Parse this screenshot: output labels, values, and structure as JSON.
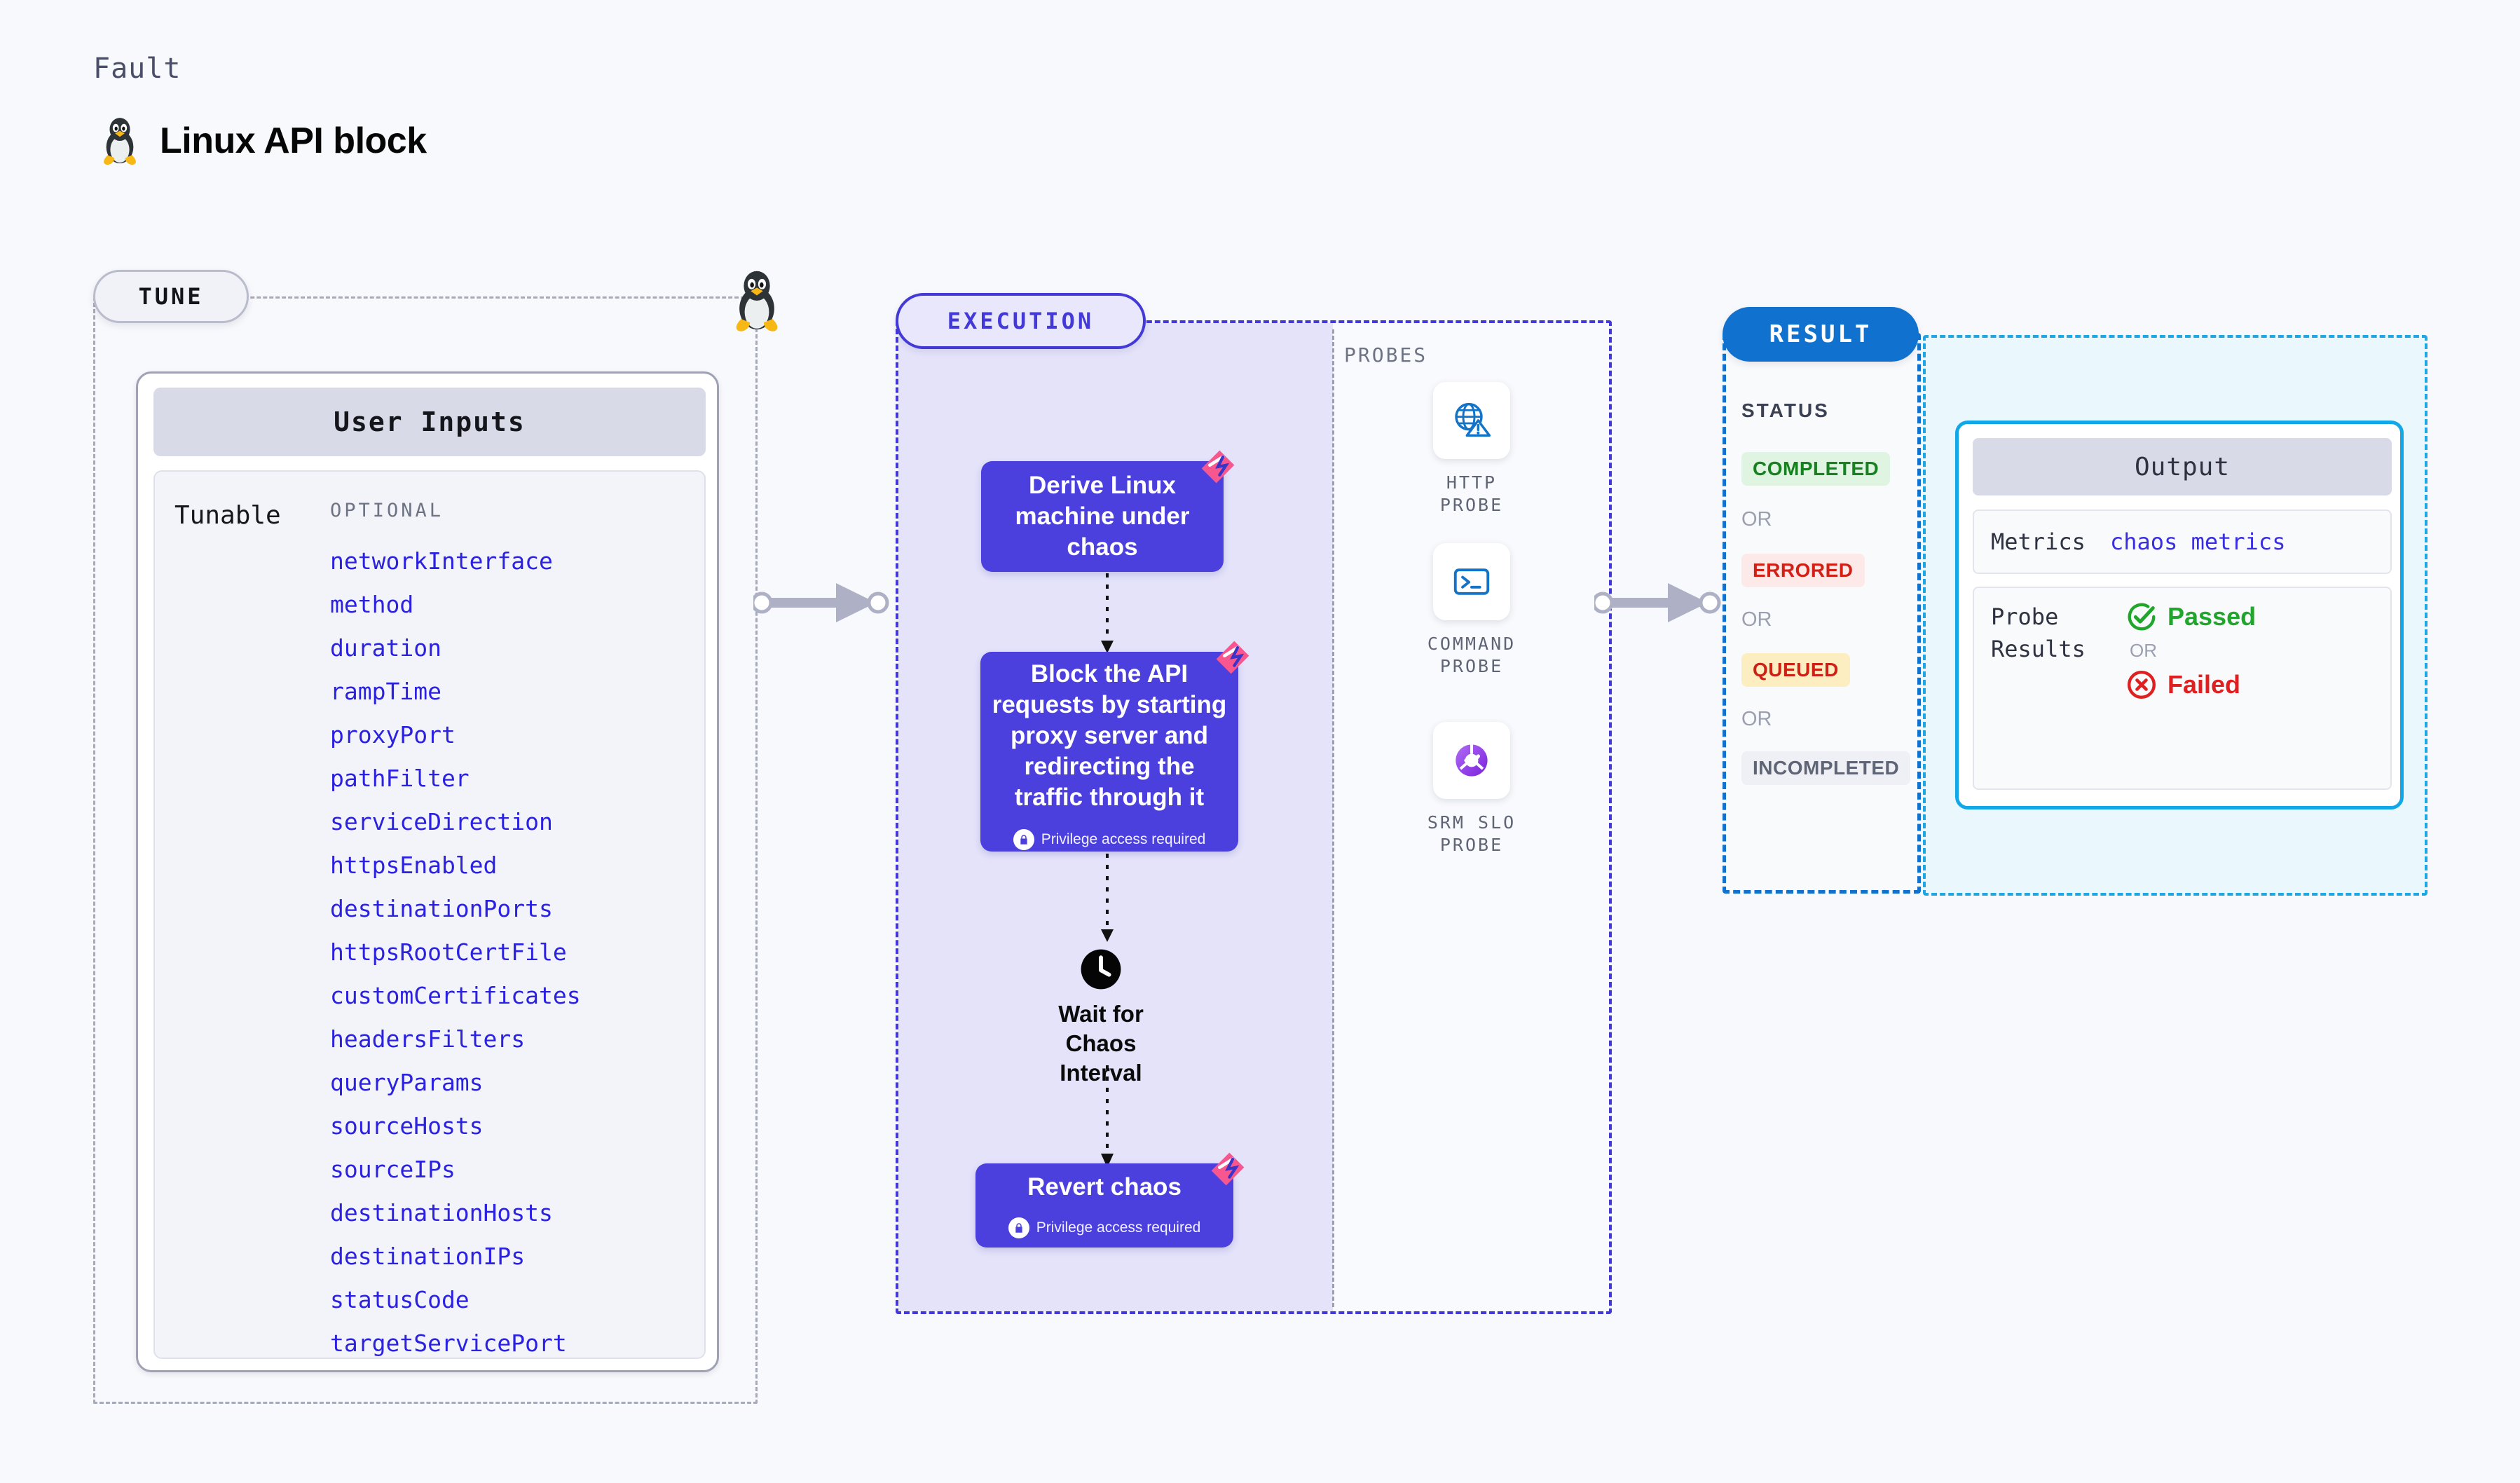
{
  "header": {
    "eyebrow": "Fault",
    "title": "Linux API block",
    "icon": "linux-penguin-icon"
  },
  "tune": {
    "pill_label": "TUNE",
    "card_title": "User Inputs",
    "row_label": "Tunable",
    "optional_label": "OPTIONAL",
    "parameters": [
      "networkInterface",
      "method",
      "duration",
      "rampTime",
      "proxyPort",
      "pathFilter",
      "serviceDirection",
      "httpsEnabled",
      "destinationPorts",
      "httpsRootCertFile",
      "customCertificates",
      "headersFilters",
      "queryParams",
      "sourceHosts",
      "sourceIPs",
      "destinationHosts",
      "destinationIPs",
      "statusCode",
      "targetServicePort"
    ]
  },
  "execution": {
    "pill_label": "EXECUTION",
    "steps": [
      {
        "text": "Derive Linux machine under chaos",
        "privilege": null,
        "badge": "harness-triangle-icon"
      },
      {
        "text": "Block the API requests by starting proxy server and redirecting the traffic through it",
        "privilege": "Privilege access required",
        "badge": "harness-triangle-icon"
      },
      {
        "text": "Revert chaos",
        "privilege": "Privilege access required",
        "badge": "harness-triangle-icon"
      }
    ],
    "wait_node": {
      "label": "Wait for Chaos Interval",
      "icon": "clock-icon"
    }
  },
  "probes": {
    "title": "PROBES",
    "items": [
      {
        "label": "HTTP PROBE",
        "icon": "globe-warning-icon"
      },
      {
        "label": "COMMAND PROBE",
        "icon": "terminal-icon"
      },
      {
        "label": "SRM SLO PROBE",
        "icon": "slo-donut-check-icon"
      }
    ]
  },
  "result": {
    "pill_label": "RESULT",
    "status_title": "STATUS",
    "or_label": "OR",
    "statuses": [
      {
        "label": "COMPLETED",
        "bg": "#DFF5E1",
        "fg": "#17801F"
      },
      {
        "label": "ERRORED",
        "bg": "#FCE9E8",
        "fg": "#D32017"
      },
      {
        "label": "QUEUED",
        "bg": "#FDEEC2",
        "fg": "#CC2216"
      },
      {
        "label": "INCOMPLETED",
        "bg": "#EFF0F5",
        "fg": "#5F6575"
      }
    ]
  },
  "output": {
    "title": "Output",
    "metrics_key": "Metrics",
    "metrics_value": "chaos metrics",
    "probe_results_key": "Probe Results",
    "passed_label": "Passed",
    "failed_label": "Failed",
    "or_label": "OR"
  },
  "colors": {
    "accent_indigo": "#4B3FDE",
    "accent_blue": "#1072CE",
    "accent_cyan": "#12A8E8",
    "badge_pink": "#F8568F",
    "param_text": "#2B21E0",
    "passed_green": "#1FA62B",
    "failed_red": "#E02020"
  }
}
